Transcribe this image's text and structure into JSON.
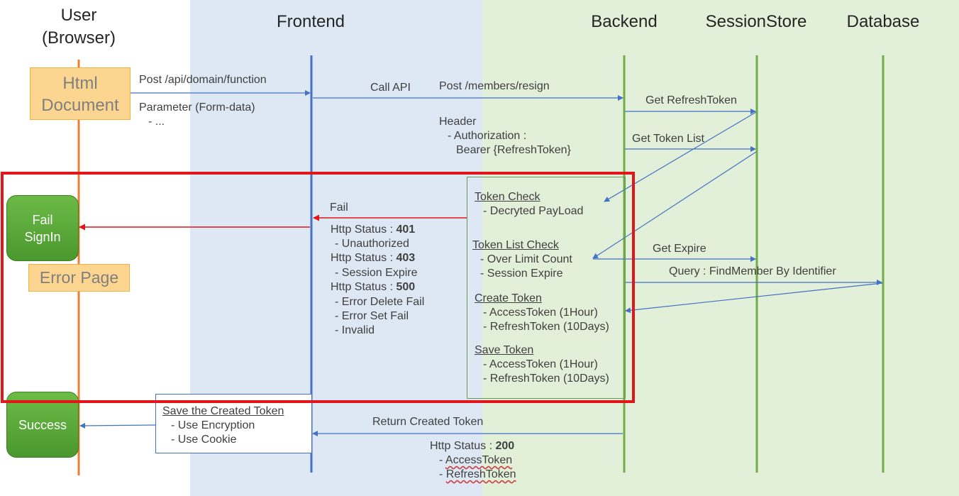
{
  "headers": {
    "user_line1": "User",
    "user_line2": "(Browser)",
    "frontend": "Frontend",
    "backend": "Backend",
    "session_store": "SessionStore",
    "database": "Database"
  },
  "user_lane": {
    "html_document": {
      "line1": "Html",
      "line2": "Document"
    },
    "fail_signin": {
      "line1": "Fail",
      "line2": "SignIn"
    },
    "error_page": "Error Page",
    "success": "Success"
  },
  "request": {
    "post_path": "Post /api/domain/function",
    "parameter": "Parameter (Form-data)",
    "param_item": "- ..."
  },
  "call_api": {
    "label": "Call API",
    "post_path": "Post /members/resign",
    "header": "Header",
    "authorization": "- Authorization :",
    "bearer": "Bearer {RefreshToken}"
  },
  "session_calls": {
    "get_refresh_token": "Get RefreshToken",
    "get_token_list": "Get Token List",
    "get_expire": "Get Expire",
    "query_member": "Query : FindMember By Identifier"
  },
  "fail_response": {
    "label": "Fail",
    "status_prefix": "Http Status : ",
    "code_401": "401",
    "desc_401": "- Unauthorized",
    "code_403": "403",
    "desc_403": "- Session Expire",
    "code_500": "500",
    "desc_500_a": "- Error Delete Fail",
    "desc_500_b": "- Error Set Fail",
    "desc_500_c": "- Invalid"
  },
  "backend_steps": {
    "token_check": {
      "title": "Token Check",
      "item1": "- Decryted PayLoad"
    },
    "token_list_check": {
      "title": "Token List Check",
      "item1": "- Over Limit Count",
      "item2": "- Session Expire"
    },
    "create_token": {
      "title": "Create Token",
      "item1": "- AccessToken (1Hour)",
      "item2": "- RefreshToken (10Days)"
    },
    "save_token": {
      "title": "Save Token",
      "item1": "- AccessToken (1Hour)",
      "item2": "- RefreshToken (10Days)"
    }
  },
  "frontend_save": {
    "title": "Save the Created Token",
    "item1": "- Use Encryption",
    "item2": "- Use Cookie"
  },
  "success_response": {
    "label": "Return Created Token",
    "status_prefix": "Http Status : ",
    "code_200": "200",
    "dash": "- ",
    "access_token": "AccessToken",
    "refresh_token": "RefreshToken"
  },
  "colors": {
    "frontend_zone": "#dde8f4",
    "backend_zone": "#e2efd9",
    "user_lifeline": "#ed7d31",
    "frontend_lifeline": "#4472c4",
    "backend_lifeline": "#70ad47",
    "arrow_blue": "#4472c4",
    "arrow_red": "#e0161b",
    "highlight_frame": "#e0161b"
  }
}
